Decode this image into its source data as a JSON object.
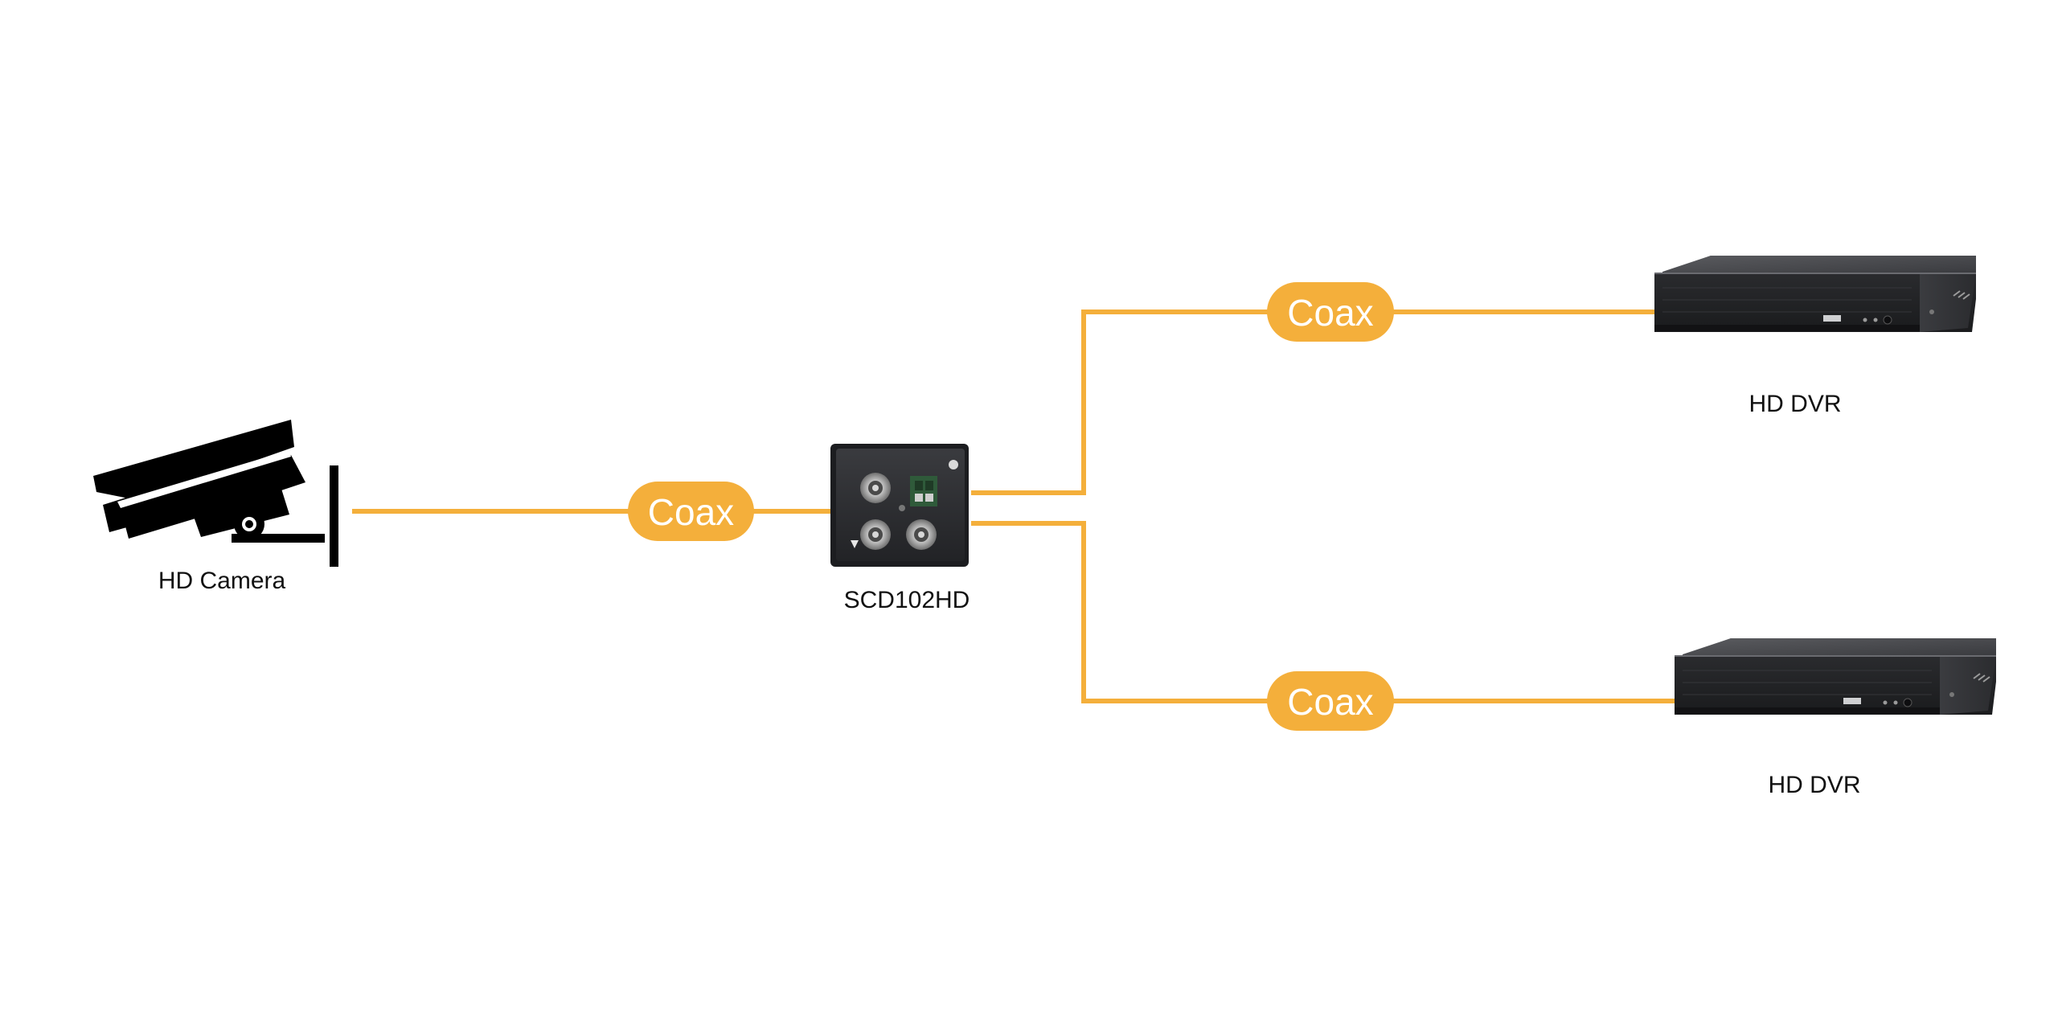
{
  "colors": {
    "cable": "#F4AF3B",
    "pill": "#F4AF3B",
    "pill_text": "#FFFFFF",
    "label_text": "#111111",
    "device_dark": "#2c2d30",
    "device_mid": "#3f4044",
    "background": "#FFFFFF"
  },
  "nodes": {
    "camera": {
      "label": "HD Camera",
      "icon": "cctv-camera-icon"
    },
    "splitter": {
      "label": "SCD102HD",
      "icon": "bnc-splitter-box"
    },
    "dvr_top": {
      "label": "HD DVR",
      "icon": "dvr-recorder"
    },
    "dvr_bottom": {
      "label": "HD DVR",
      "icon": "dvr-recorder"
    }
  },
  "links": [
    {
      "from": "camera",
      "to": "splitter",
      "label": "Coax"
    },
    {
      "from": "splitter",
      "to": "dvr_top",
      "label": "Coax"
    },
    {
      "from": "splitter",
      "to": "dvr_bottom",
      "label": "Coax"
    }
  ]
}
